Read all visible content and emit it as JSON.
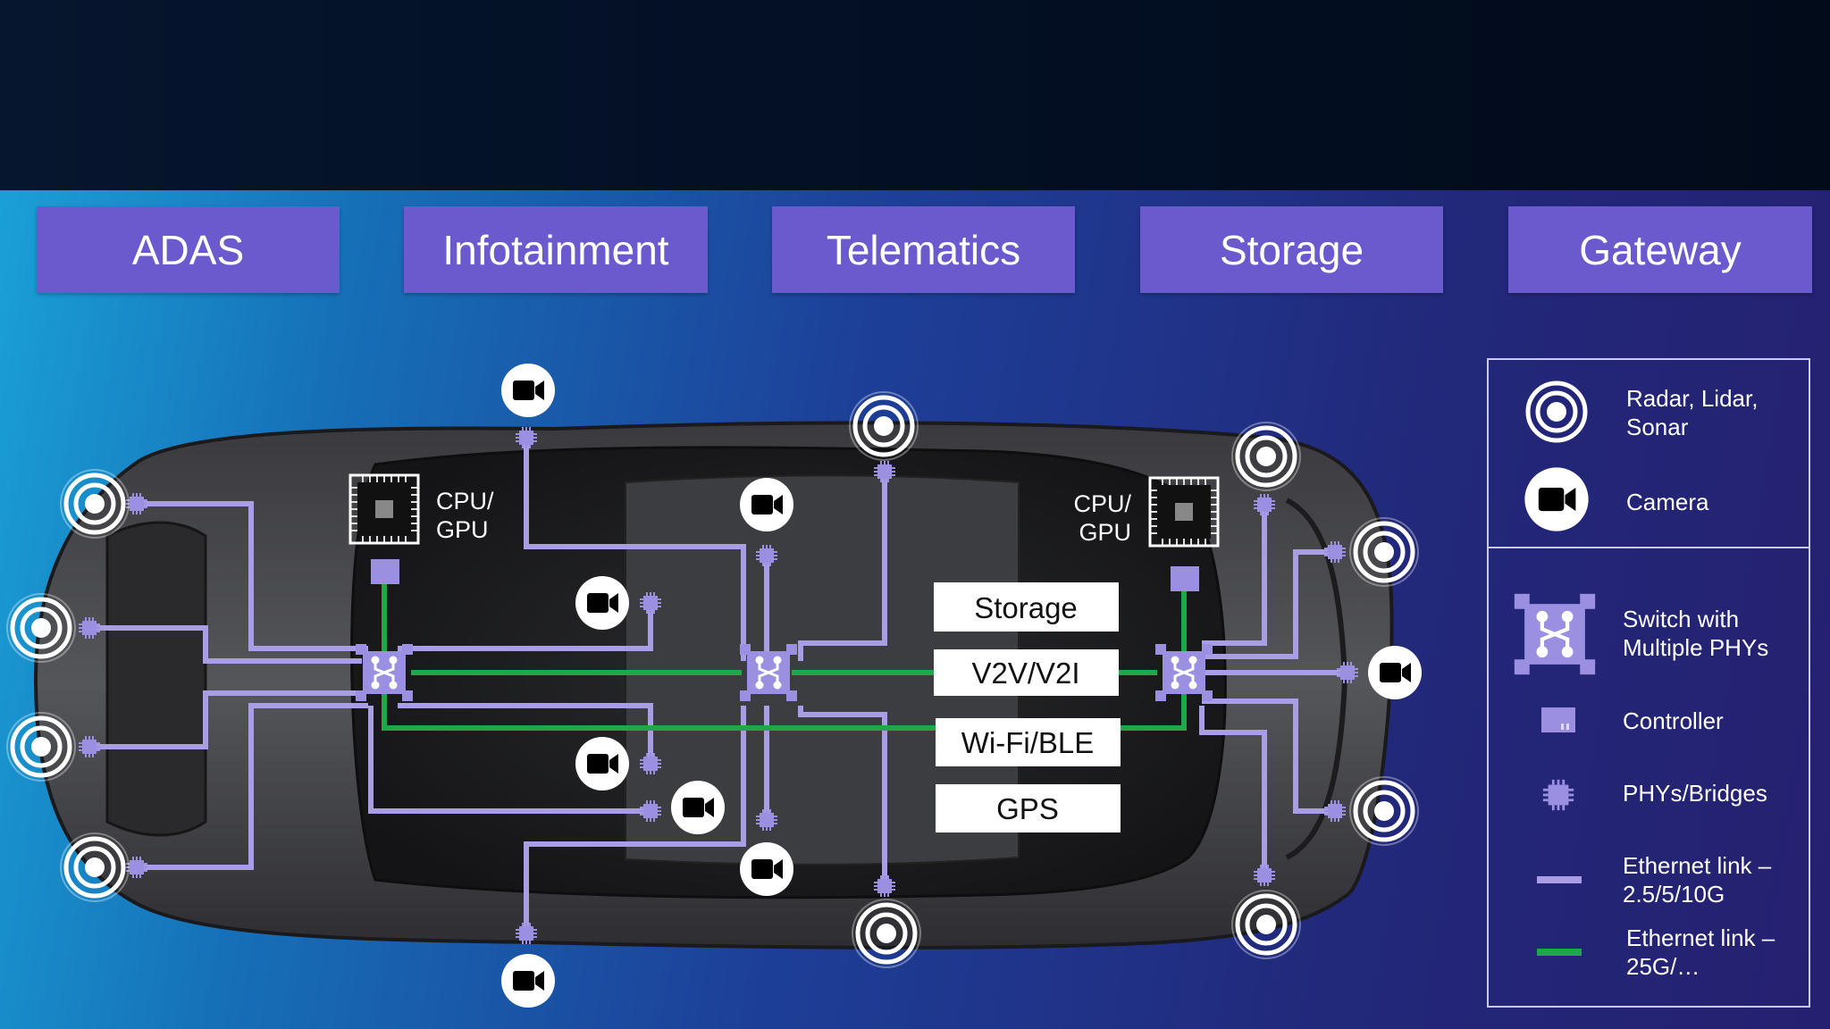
{
  "tabs": [
    "ADAS",
    "Infotainment",
    "Telematics",
    "Storage",
    "Gateway"
  ],
  "cpu_left": {
    "line1": "CPU/",
    "line2": "GPU"
  },
  "cpu_right": {
    "line1": "CPU/",
    "line2": "GPU"
  },
  "center_boxes": [
    "Storage",
    "V2V/V2I",
    "Wi-Fi/BLE",
    "GPS"
  ],
  "legend": {
    "radar": {
      "line1": "Radar, Lidar,",
      "line2": "Sonar",
      "icon": "radar-icon"
    },
    "camera": {
      "label": "Camera",
      "icon": "camera-icon"
    },
    "switch": {
      "line1": "Switch with",
      "line2": "Multiple PHYs",
      "icon": "switch-icon"
    },
    "controller": {
      "label": "Controller",
      "icon": "controller-icon"
    },
    "phy": {
      "label": "PHYs/Bridges",
      "icon": "phy-icon"
    },
    "eth_low": {
      "line1": "Ethernet link –",
      "line2": "2.5/5/10G",
      "color": "#a99ee6"
    },
    "eth_high": {
      "line1": "Ethernet link –",
      "line2": "25G/…",
      "color": "#1fa84a"
    }
  },
  "colors": {
    "tab": "#6a5acd",
    "link_low": "#a99ee6",
    "link_high": "#1fa84a",
    "node": "#9a8fe0"
  }
}
